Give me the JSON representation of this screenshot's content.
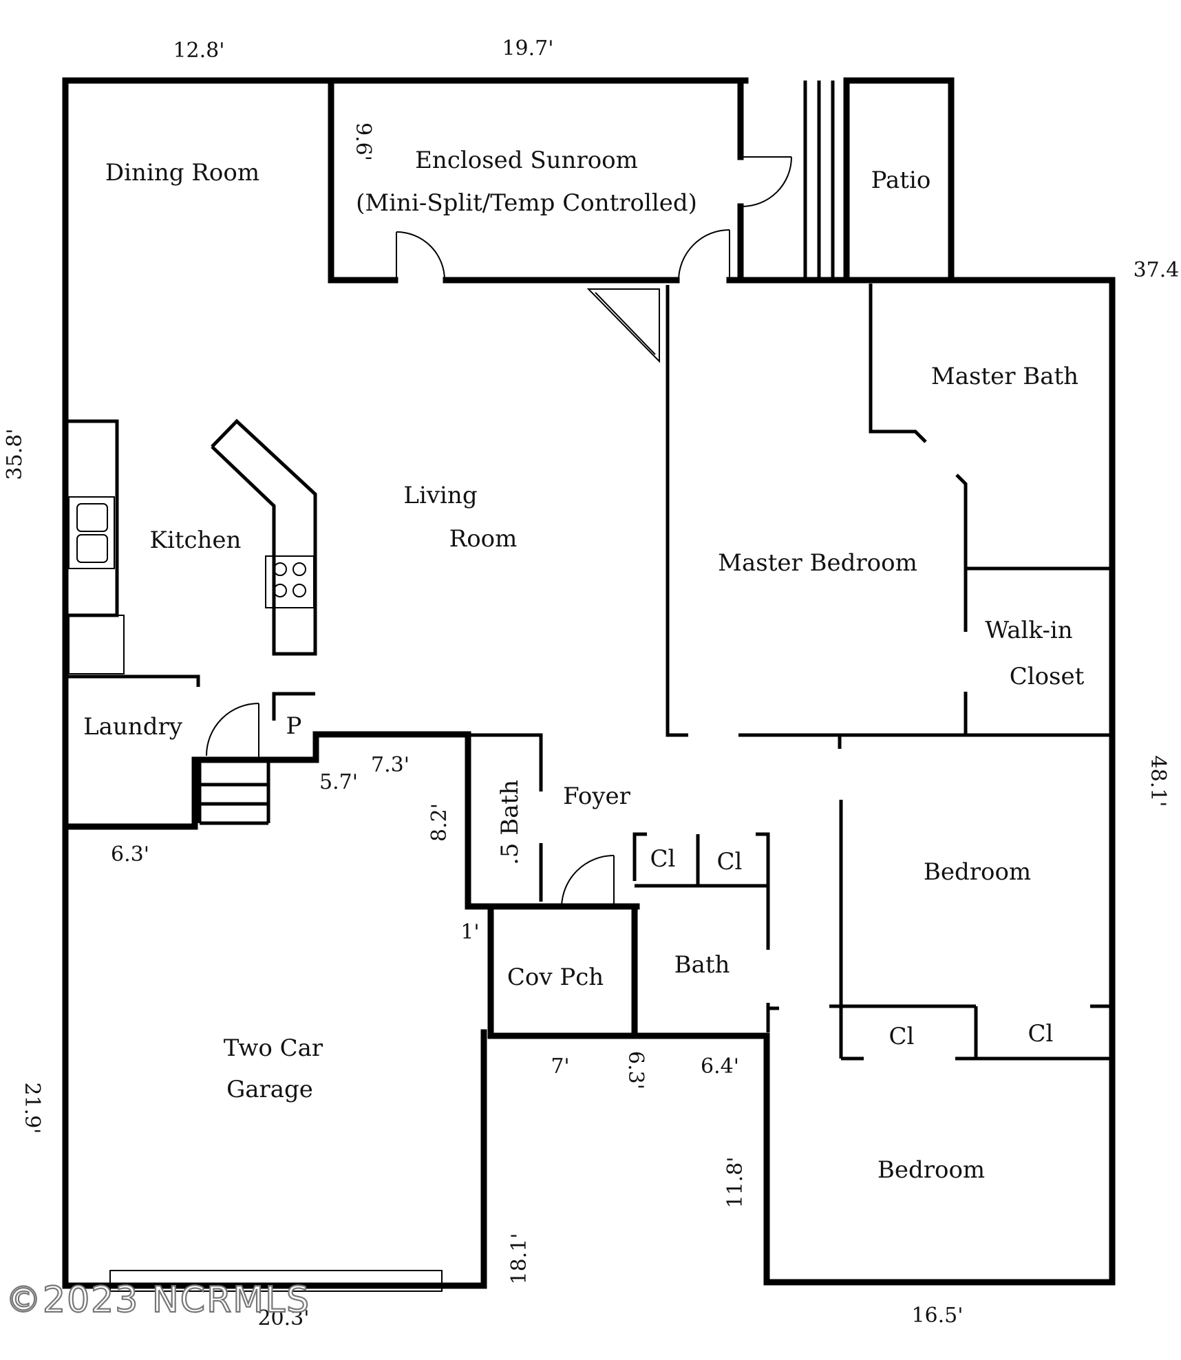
{
  "rooms": {
    "dining_room": "Dining Room",
    "sunroom_line1": "Enclosed Sunroom",
    "sunroom_line2": "(Mini-Split/Temp Controlled)",
    "patio": "Patio",
    "master_bath": "Master Bath",
    "kitchen": "Kitchen",
    "living_line1": "Living",
    "living_line2": "Room",
    "master_bedroom": "Master Bedroom",
    "walkin_line1": "Walk-in",
    "walkin_line2": "Closet",
    "laundry": "Laundry",
    "pantry": "P",
    "half_bath": ".5 Bath",
    "foyer": "Foyer",
    "closet_1": "Cl",
    "closet_2": "Cl",
    "bedroom_1": "Bedroom",
    "cov_porch": "Cov Pch",
    "bath": "Bath",
    "closet_3": "Cl",
    "closet_4": "Cl",
    "garage_line1": "Two Car",
    "garage_line2": "Garage",
    "bedroom_2": "Bedroom"
  },
  "dimensions": {
    "top_left": "12.8'",
    "top_mid": "19.7'",
    "sunroom_depth": "9.6'",
    "right_upper": "37.4",
    "left_upper": "35.8'",
    "garage_step_1": "7.3'",
    "garage_step_2": "5.7'",
    "garage_step_3": "8.2'",
    "laundry_width": "6.3'",
    "porch_offset": "1'",
    "right_lower": "48.1'",
    "porch_width": "7'",
    "porch_depth": "6.3'",
    "bath_offset": "6.4'",
    "bedroom_depth": "11.8'",
    "left_lower": "21.9'",
    "garage_right": "18.1'",
    "bottom_left": "20.3'",
    "bottom_right": "16.5'"
  },
  "watermark": "©2023 NCRMLS"
}
